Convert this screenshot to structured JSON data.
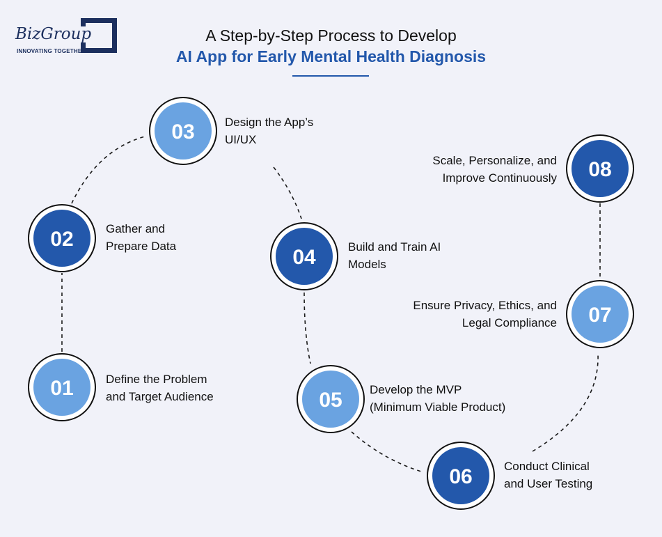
{
  "brand": {
    "name": "BizGroup",
    "tagline": "INNOVATING TOGETHER"
  },
  "title": {
    "line1": "A Step-by-Step Process to Develop",
    "line2": "AI App for Early Mental Health Diagnosis"
  },
  "colors": {
    "background": "#f1f2f9",
    "dark_blue": "#2358ab",
    "light_blue": "#6aa3e1",
    "ring": "#111111"
  },
  "steps": [
    {
      "number": "01",
      "lines": [
        "Define the Problem",
        "and Target Audience"
      ],
      "tone": "light"
    },
    {
      "number": "02",
      "lines": [
        "Gather and",
        "Prepare Data"
      ],
      "tone": "dark"
    },
    {
      "number": "03",
      "lines": [
        "Design the App’s",
        "UI/UX"
      ],
      "tone": "light"
    },
    {
      "number": "04",
      "lines": [
        "Build and Train AI",
        "Models"
      ],
      "tone": "dark"
    },
    {
      "number": "05",
      "lines": [
        "Develop the MVP",
        "(Minimum Viable Product)"
      ],
      "tone": "light"
    },
    {
      "number": "06",
      "lines": [
        "Conduct Clinical",
        "and User Testing"
      ],
      "tone": "dark"
    },
    {
      "number": "07",
      "lines": [
        "Ensure Privacy, Ethics, and",
        "Legal Compliance"
      ],
      "tone": "light"
    },
    {
      "number": "08",
      "lines": [
        "Scale, Personalize, and",
        "Improve Continuously"
      ],
      "tone": "dark"
    }
  ]
}
